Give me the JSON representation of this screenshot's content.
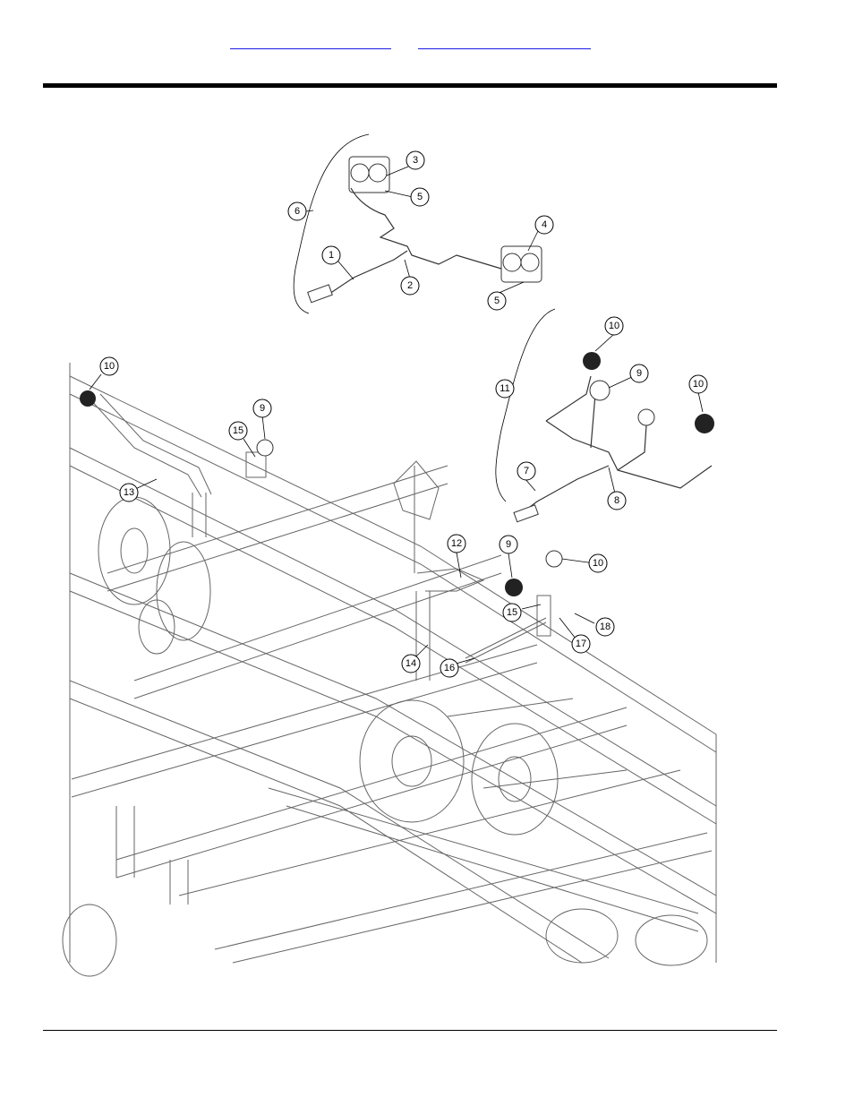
{
  "header": {
    "links": [
      {
        "text": ""
      },
      {
        "text": ""
      }
    ]
  },
  "diagram": {
    "callouts": [
      "1",
      "2",
      "3",
      "4",
      "5",
      "5",
      "6",
      "7",
      "8",
      "9",
      "9",
      "9",
      "10",
      "10",
      "10",
      "10",
      "11",
      "12",
      "13",
      "14",
      "15",
      "15",
      "16",
      "17",
      "18"
    ]
  },
  "colors": {
    "link": "#1a1ae6",
    "rule": "#000000",
    "line_art": "#666666"
  }
}
